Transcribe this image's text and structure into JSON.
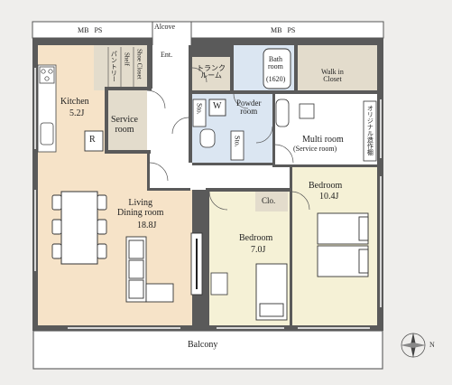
{
  "labels": {
    "mb_ps_left": "MB   PS",
    "mb_ps_right": "MB   PS",
    "alcove": "Alcove",
    "ent": "Ent.",
    "pantry": "パントリー",
    "shelf": "Shelf",
    "shoe_closet": "Shoe Closet",
    "kitchen": "Kitchen",
    "kitchen_size": "5.2J",
    "service_room": "Service\nroom",
    "r": "R",
    "trunk_room": "トランク\nルーム",
    "bath_room": "Bath\nroom",
    "bath_size": "(1620)",
    "walk_in_closet": "Walk in\nCloset",
    "sto_1": "Sto.",
    "w": "W",
    "powder_room": "Powder\nroom",
    "sto_2": "Sto.",
    "original_shelf": "オリジナル造作棚",
    "multi_room": "Multi room",
    "multi_room_sub": "(Service room)",
    "living": "Living\nDining room",
    "living_size": "18.8J",
    "clo": "Clo.",
    "bedroom_a": "Bedroom",
    "bedroom_a_size": "10.4J",
    "bedroom_b": "Bedroom",
    "bedroom_b_size": "7.0J",
    "balcony": "Balcony"
  },
  "colors": {
    "wall": "#5a5a5a",
    "floor_wood": "#f6e3c8",
    "floor_cream": "#f5f1d6",
    "floor_white": "#ffffff",
    "wet_blue": "#dbe6f2",
    "closet_gray": "#e3dccc",
    "background": "#efeeec"
  }
}
